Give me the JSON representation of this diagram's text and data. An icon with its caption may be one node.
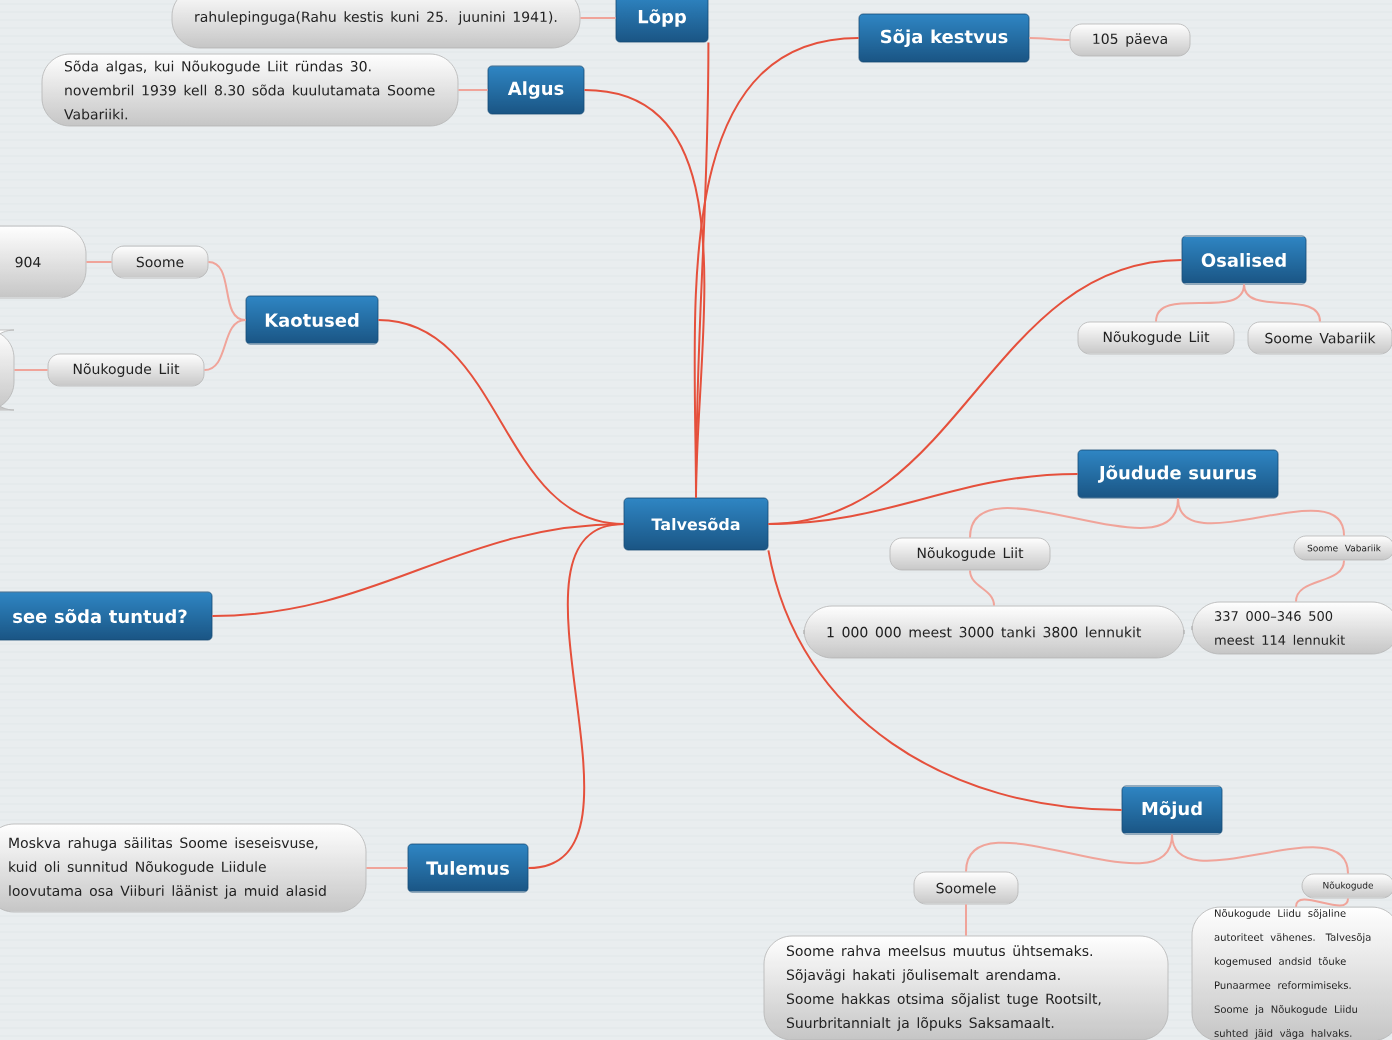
{
  "diagram": {
    "nodes": [
      {
        "text": [
          "Talvesõda"
        ]
      },
      {
        "text": [
          "Lõpp"
        ]
      },
      {
        "text": [
          "rahulepinguga(Rahu kestis kuni 25. juunini 1941)."
        ]
      },
      {
        "text": [
          "Algus"
        ]
      },
      {
        "text": [
          "Sõda algas, kui Nõukogude Liit ründas 30. novembril 1939 kell 8.30 sõda kuulutamata Soome Vabariiki."
        ]
      },
      {
        "text": [
          "Sõja kestvus"
        ]
      },
      {
        "text": [
          "105 päeva"
        ]
      },
      {
        "text": [
          "Osalised"
        ]
      },
      {
        "text": [
          "Nõukogude Liit"
        ]
      },
      {
        "text": [
          "Soome Vabariik"
        ]
      },
      {
        "text": [
          "Jõudude suurus"
        ]
      },
      {
        "text": [
          "Nõukogude Liit"
        ]
      },
      {
        "text": [
          "1 000 000 meest     3000 tanki     3800 lennukit"
        ]
      },
      {
        "text": [
          "Soome Vabariik"
        ]
      },
      {
        "text": [
          "337 000–346 500 meest 114 lennukit"
        ]
      },
      {
        "text": [
          "Mõjud"
        ]
      },
      {
        "text": [
          "Soomele"
        ]
      },
      {
        "text": [
          "Soome rahva meelsus muutus ühtsemaks. Sõjavägi hakati jõulisemalt arendama. Soome hakkas otsima sõjalist tuge Rootsilt, Suurbritannialt ja lõpuks Saksamaalt."
        ]
      },
      {
        "text": [
          "Nõukogude"
        ]
      },
      {
        "text": [
          "Nõukogude Liidu sõjaline autoriteet vähenes. Talvesõja kogemused andsid tõuke Punaarmee reformimiseks. Soome ja Nõukogude Liidu suhted jäid väga halvaks."
        ]
      },
      {
        "text": [
          "Tulemus"
        ]
      },
      {
        "text": [
          "Moskva rahuga säilitas Soome iseseisvuse, kuid oli sunnitud Nõukogude Liidule loovutama osa Viiburi läänist ja muid alasid"
        ]
      },
      {
        "text": [
          "see sõda tuntud?"
        ]
      },
      {
        "text": [
          "Kaotused"
        ]
      },
      {
        "text": [
          "Soome"
        ]
      },
      {
        "text": [
          "904"
        ]
      },
      {
        "text": [
          "Nõukogude Liit"
        ]
      },
      {
        "text": [],
        "shape": "box"
      }
    ],
    "edges": [
      {
        "from": 0,
        "to": 1,
        "arrow": "none",
        "color": "#e5503c"
      },
      {
        "from": 0,
        "to": 3,
        "arrow": "none",
        "color": "#e5503c"
      },
      {
        "from": 0,
        "to": 5,
        "arrow": "none",
        "color": "#e5503c"
      },
      {
        "from": 0,
        "to": 7,
        "arrow": "none",
        "color": "#e5503c"
      },
      {
        "from": 0,
        "to": 10,
        "arrow": "none",
        "color": "#e5503c"
      },
      {
        "from": 0,
        "to": 15,
        "arrow": "none",
        "color": "#e5503c"
      },
      {
        "from": 0,
        "to": 20,
        "arrow": "none",
        "color": "#e5503c"
      },
      {
        "from": 0,
        "to": 22,
        "arrow": "none",
        "color": "#e5503c"
      },
      {
        "from": 0,
        "to": 23,
        "arrow": "none",
        "color": "#e5503c"
      },
      {
        "from": 1,
        "to": 2,
        "arrow": "none"
      },
      {
        "from": 3,
        "to": 4,
        "arrow": "none"
      },
      {
        "from": 5,
        "to": 6,
        "arrow": "none"
      },
      {
        "from": 7,
        "to": 8,
        "arrow": "none"
      },
      {
        "from": 7,
        "to": 9,
        "arrow": "none"
      },
      {
        "from": 10,
        "to": 11,
        "arrow": "none"
      },
      {
        "from": 10,
        "to": 13,
        "arrow": "none"
      },
      {
        "from": 11,
        "to": 12,
        "arrow": "none"
      },
      {
        "from": 13,
        "to": 14,
        "arrow": "none"
      },
      {
        "from": 15,
        "to": 16,
        "arrow": "none"
      },
      {
        "from": 15,
        "to": 18,
        "arrow": "none"
      },
      {
        "from": 16,
        "to": 17,
        "arrow": "none"
      },
      {
        "from": 18,
        "to": 19,
        "arrow": "none"
      },
      {
        "from": 20,
        "to": 21,
        "arrow": "none"
      },
      {
        "from": 23,
        "to": 24,
        "arrow": "none"
      },
      {
        "from": 23,
        "to": 26,
        "arrow": "none"
      },
      {
        "from": 24,
        "to": 25,
        "arrow": "none"
      },
      {
        "from": 26,
        "to": 27,
        "arrow": "none"
      }
    ]
  }
}
